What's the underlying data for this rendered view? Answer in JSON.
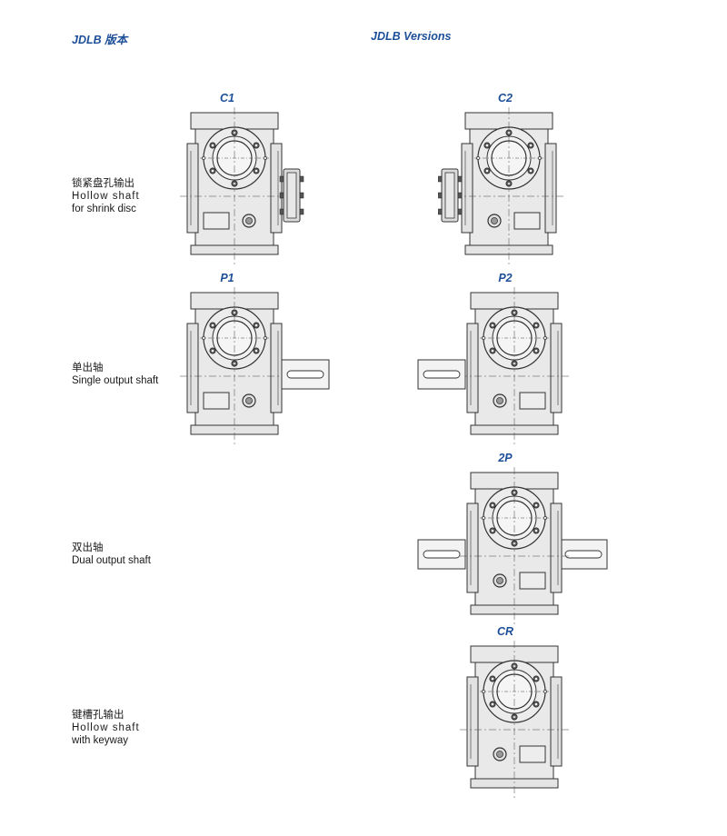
{
  "header": {
    "left_title": "JDLB 版本",
    "right_title": "JDLB Versions"
  },
  "rows": [
    {
      "cn": "锁紧盘孔输出",
      "en1": "Hollow shaft",
      "en2": "for shrink disc"
    },
    {
      "cn": "单出轴",
      "en1": "Single output shaft"
    },
    {
      "cn": "双出轴",
      "en1": "Dual output shaft"
    },
    {
      "cn": "键槽孔输出",
      "en1": "Hollow shaft",
      "en2": "with keyway"
    }
  ],
  "versions": {
    "c1": "C1",
    "c2": "C2",
    "p1": "P1",
    "p2": "P2",
    "twop": "2P",
    "cr": "CR"
  },
  "colors": {
    "title_blue": "#1d4f99",
    "line": "#333333",
    "fill": "#e6e6e6"
  }
}
